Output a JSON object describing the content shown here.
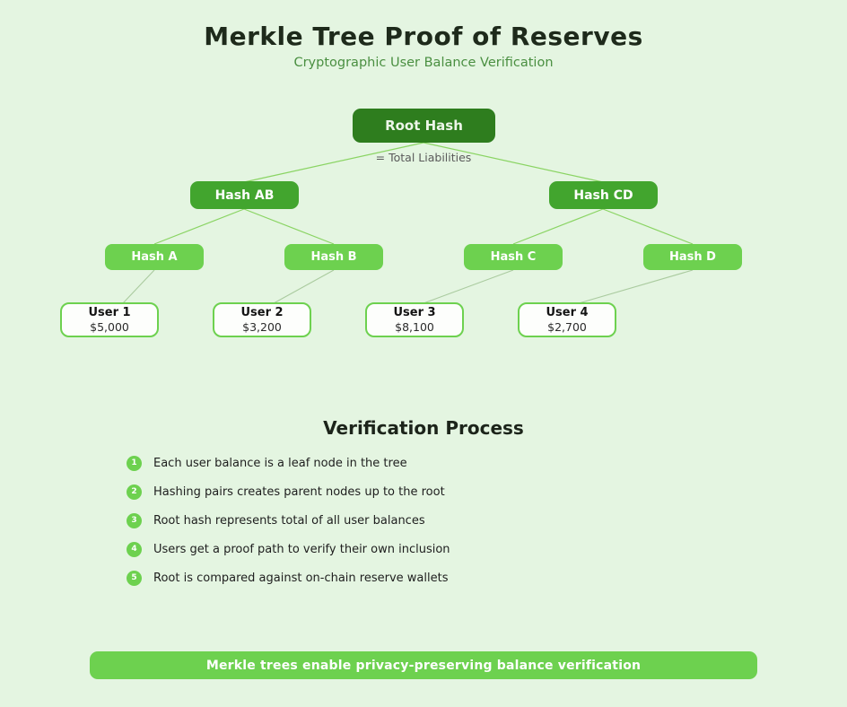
{
  "header": {
    "title": "Merkle Tree Proof of Reserves",
    "subtitle": "Cryptographic User Balance Verification"
  },
  "tree": {
    "root": {
      "label": "Root Hash",
      "annotation": "= Total Liabilities"
    },
    "branches": [
      {
        "label": "Hash AB"
      },
      {
        "label": "Hash CD"
      }
    ],
    "hashes": [
      {
        "label": "Hash A"
      },
      {
        "label": "Hash B"
      },
      {
        "label": "Hash C"
      },
      {
        "label": "Hash D"
      }
    ],
    "leaves": [
      {
        "name": "User 1",
        "balance": "$5,000"
      },
      {
        "name": "User 2",
        "balance": "$3,200"
      },
      {
        "name": "User 3",
        "balance": "$8,100"
      },
      {
        "name": "User 4",
        "balance": "$2,700"
      }
    ]
  },
  "verification": {
    "title": "Verification Process",
    "steps": [
      {
        "num": "1",
        "text": "Each user balance is a leaf node in the tree"
      },
      {
        "num": "2",
        "text": "Hashing pairs creates parent nodes up to the root"
      },
      {
        "num": "3",
        "text": "Root hash represents total of all user balances"
      },
      {
        "num": "4",
        "text": "Users get a proof path to verify their own inclusion"
      },
      {
        "num": "5",
        "text": "Root is compared against on-chain reserve wallets"
      }
    ]
  },
  "footer": {
    "banner": "Merkle trees enable privacy-preserving balance verification"
  },
  "colors": {
    "background": "#e4f5e1",
    "root_node": "#2e7d1e",
    "branch_node": "#42a52e",
    "hash_node": "#6dd14f",
    "leaf_border": "#6dd14f",
    "subtitle_text": "#4a8f41",
    "annotation_text": "#5a5a5a",
    "banner": "#6dd14f",
    "connector_upper": "#8ad463",
    "connector_leaf": "#aacb9f"
  }
}
